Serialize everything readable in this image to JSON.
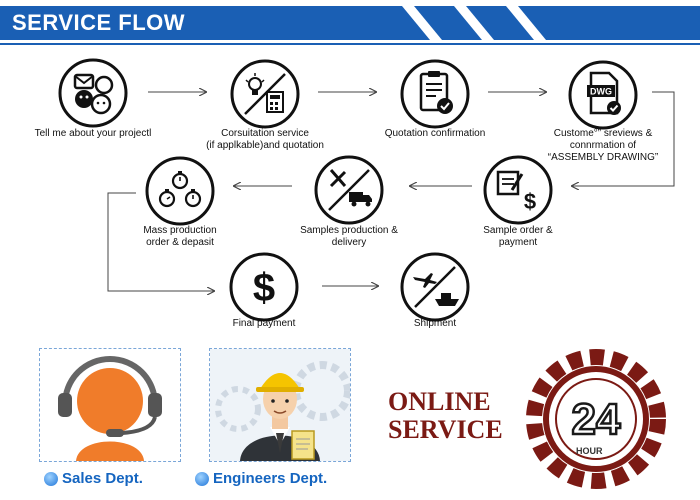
{
  "header": {
    "title": "SERVICE FLOW"
  },
  "steps": [
    {
      "label": "Tell me about your projectl",
      "icon": "chat-bubbles-icon"
    },
    {
      "label": "Corsuitation service\n(if applkable)and quotation",
      "icon": "idea-calculator-icon"
    },
    {
      "label": "Quotation confirmation",
      "icon": "clipboard-check-icon"
    },
    {
      "label": "Custome°” sreviews &\nconnrmation of\n“ASSEMBLY DRAWING”",
      "icon": "dwg-document-icon"
    },
    {
      "label": "Sample order &\npayment",
      "icon": "order-dollar-icon"
    },
    {
      "label": "Samples production &\ndelivery",
      "icon": "tools-truck-icon"
    },
    {
      "label": "Mass production\norder & depasit",
      "icon": "stopwatches-icon"
    },
    {
      "label": "Final payment",
      "icon": "dollar-icon"
    },
    {
      "label": "Shipment",
      "icon": "plane-ship-icon"
    }
  ],
  "departments": {
    "sales": "Sales Dept.",
    "engineers": "Engineers Dept."
  },
  "online_service": {
    "line1": "ONLINE",
    "line2": "SERVICE",
    "hours": "24",
    "hour_label": "HOUR"
  },
  "colors": {
    "brand_blue": "#1a5fb4",
    "dark_red": "#7b1a14",
    "avatar_orange": "#f07c2a"
  }
}
